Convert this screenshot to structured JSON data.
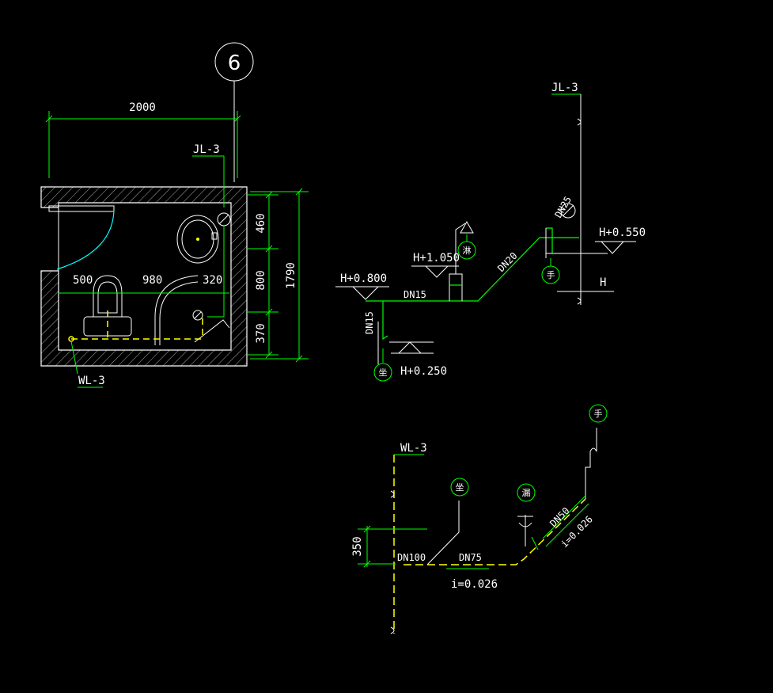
{
  "plan": {
    "axis_number": "6",
    "dim_width": "2000",
    "riser_label": "JL-3",
    "drain_label": "WL-3",
    "dim_left": "500",
    "dim_mid": "980",
    "dim_right": "320",
    "dim_460": "460",
    "dim_800": "800",
    "dim_370": "370",
    "dim_1790": "1790"
  },
  "supply_system": {
    "riser_label": "JL-3",
    "elev_0800": "H+0.800",
    "elev_1050": "H+1.050",
    "elev_0250": "H+0.250",
    "elev_0550": "H+0.550",
    "elev_h": "H",
    "pipe_dn15_horizontal": "DN15",
    "pipe_dn15_vertical": "DN15",
    "pipe_dn20": "DN20",
    "pipe_dn25": "DN25",
    "fixture_shower": "淋",
    "fixture_toilet": "坐",
    "fixture_basin": "手"
  },
  "drain_system": {
    "stack_label": "WL-3",
    "dim_350": "350",
    "pipe_dn100": "DN100",
    "pipe_dn75": "DN75",
    "slope_horizontal": "i=0.026",
    "pipe_dn50": "DN50",
    "slope_diagonal": "i=0.026",
    "fixture_toilet": "坐",
    "fixture_floor_drain": "漏",
    "fixture_basin": "手"
  },
  "colors": {
    "wall": "#ffffff",
    "dimension": "#00ff00",
    "pipe": "#00ff00",
    "drain_pipe": "#ffff00",
    "door": "#00ffff",
    "text": "#ffffff"
  }
}
